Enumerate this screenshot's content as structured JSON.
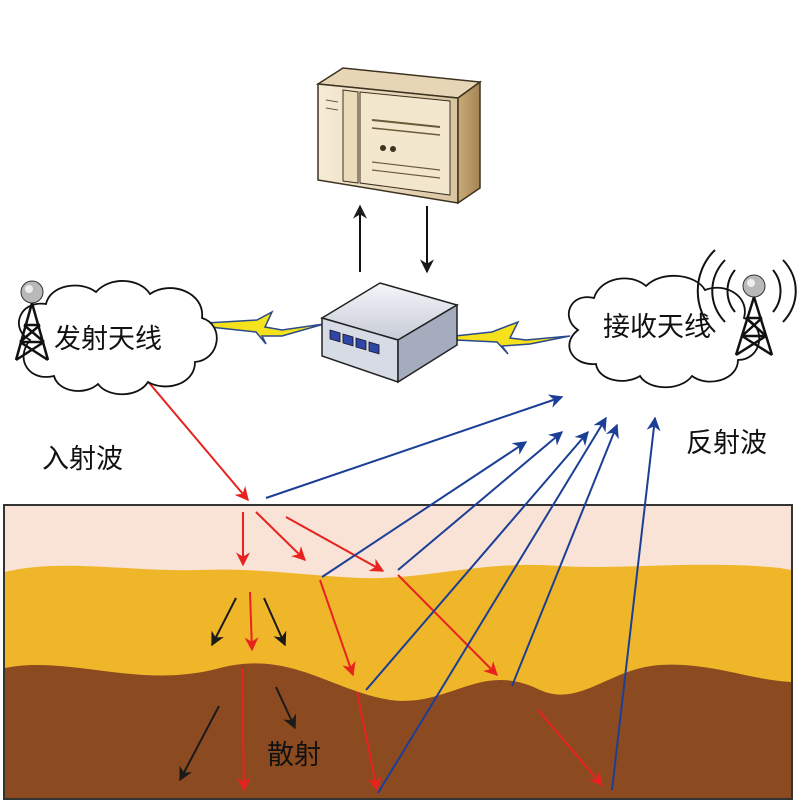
{
  "labels": {
    "transmit_antenna": "发射天线",
    "receive_antenna": "接收天线",
    "incident_wave": "入射波",
    "reflected_wave": "反射波",
    "scatter": "散射"
  },
  "colors": {
    "incident_arrow": "#e8231f",
    "reflected_arrow": "#1c3f96",
    "scatter_arrow": "#1a1a1a",
    "surface_layer": "#f8e3d6",
    "middle_layer": "#f0b62a",
    "bottom_layer": "#8c4a20",
    "wireless_link": "#f5e21c"
  },
  "icons": [
    "server-icon",
    "router-icon",
    "transmit-tower-icon",
    "receive-tower-icon",
    "cloud-icon",
    "lightning-link-icon"
  ]
}
